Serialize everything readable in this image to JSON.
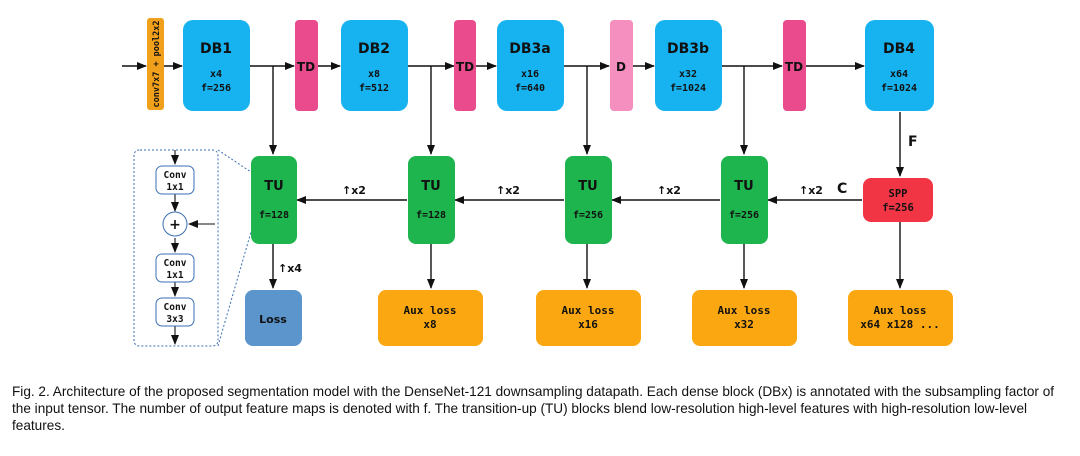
{
  "colors": {
    "db": "#17b3f0",
    "td": "#ea4b8d",
    "d": "#f48fbf",
    "tu": "#1fb54e",
    "spp": "#f23545",
    "aux": "#fba711",
    "loss": "#5b95cc",
    "stem": "#f1a01b",
    "dotted": "#3a6fb4"
  },
  "stem": {
    "label": "conv7x7 + pool2x2"
  },
  "dense_blocks": [
    {
      "name": "DB1",
      "factor": "x4",
      "features": "f=256"
    },
    {
      "name": "DB2",
      "factor": "x8",
      "features": "f=512"
    },
    {
      "name": "DB3a",
      "factor": "x16",
      "features": "f=640"
    },
    {
      "name": "DB3b",
      "factor": "x32",
      "features": "f=1024"
    },
    {
      "name": "DB4",
      "factor": "x64",
      "features": "f=1024"
    }
  ],
  "transitions": [
    {
      "label": "TD"
    },
    {
      "label": "TD"
    },
    {
      "label": "D"
    },
    {
      "label": "TD"
    }
  ],
  "tu_blocks": [
    {
      "name": "TU",
      "features": "f=128"
    },
    {
      "name": "TU",
      "features": "f=128"
    },
    {
      "name": "TU",
      "features": "f=256"
    },
    {
      "name": "TU",
      "features": "f=256"
    }
  ],
  "spp": {
    "name": "SPP",
    "features": "f=256"
  },
  "upsample_labels": [
    "↑x2",
    "↑x2",
    "↑x2",
    "↑x2"
  ],
  "loss_upsample_label": "↑x4",
  "edge_labels": {
    "F": "F",
    "C": "C"
  },
  "loss": {
    "label": "Loss"
  },
  "aux_losses": [
    {
      "line1": "Aux loss",
      "line2": "x8"
    },
    {
      "line1": "Aux loss",
      "line2": "x16"
    },
    {
      "line1": "Aux loss",
      "line2": "x32"
    },
    {
      "line1": "Aux loss",
      "line2": "x64 x128 ..."
    }
  ],
  "tu_detail": {
    "conv1": [
      "Conv",
      "1x1"
    ],
    "plus": "+",
    "conv2": [
      "Conv",
      "1x1"
    ],
    "conv3": [
      "Conv",
      "3x3"
    ]
  },
  "caption": "Fig. 2. Architecture of the proposed segmentation model with the DenseNet-121 downsampling datapath. Each dense block (DBx) is annotated with the subsampling factor of the input tensor. The number of output feature maps is denoted with f. The transition-up (TU) blocks blend low-resolution high-level features with high-resolution low-level features."
}
